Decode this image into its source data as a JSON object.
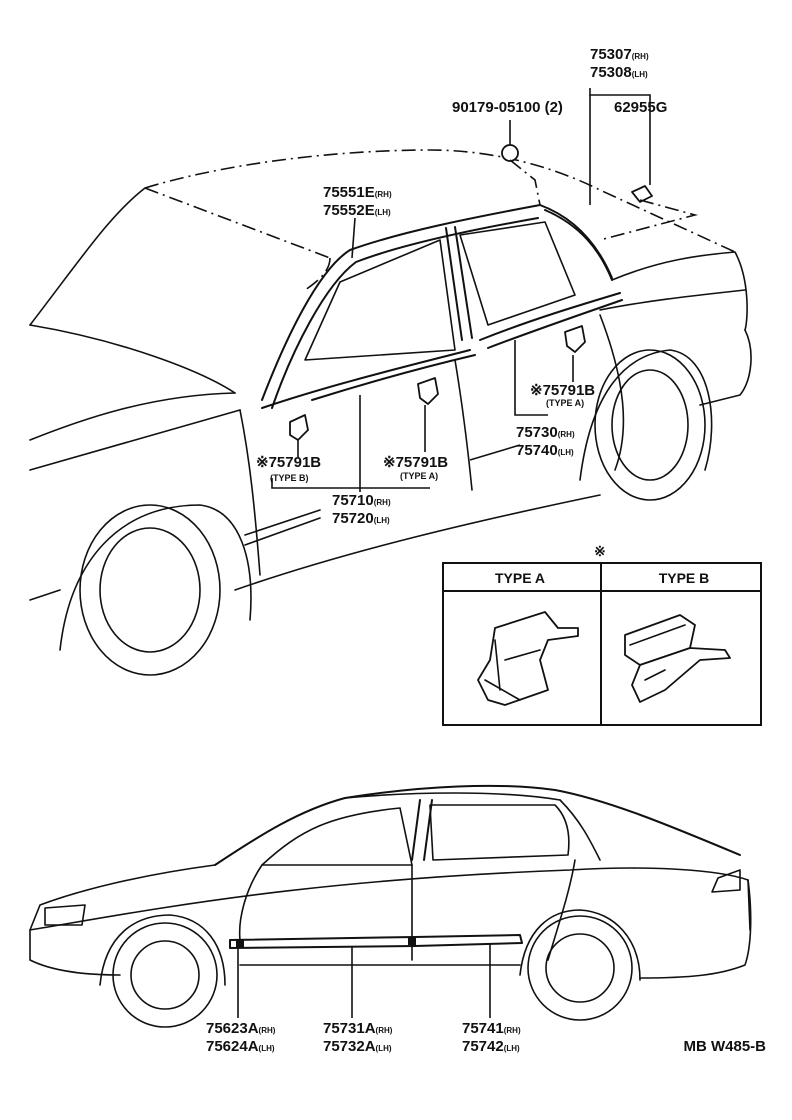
{
  "diagram_code": "MB W485-B",
  "legend": {
    "mark": "※",
    "headers": [
      "TYPE A",
      "TYPE B"
    ]
  },
  "top_view": {
    "callouts": [
      {
        "part": "75307",
        "side": "(RH)"
      },
      {
        "part": "75308",
        "side": "(LH)"
      },
      {
        "part": "90179-05100 (2)",
        "side": ""
      },
      {
        "part": "62955G",
        "side": ""
      },
      {
        "part": "75551E",
        "side": "(RH)"
      },
      {
        "part": "75552E",
        "side": "(LH)"
      },
      {
        "part": "※75791B",
        "side": "(TYPE A)"
      },
      {
        "part": "75730",
        "side": "(RH)"
      },
      {
        "part": "75740",
        "side": "(LH)"
      },
      {
        "part": "※75791B",
        "side": "(TYPE B)"
      },
      {
        "part": "※75791B",
        "side": "(TYPE A)"
      },
      {
        "part": "75710",
        "side": "(RH)"
      },
      {
        "part": "75720",
        "side": "(LH)"
      }
    ]
  },
  "side_view": {
    "callouts": [
      {
        "part": "75623A",
        "side": "(RH)"
      },
      {
        "part": "75624A",
        "side": "(LH)"
      },
      {
        "part": "75731A",
        "side": "(RH)"
      },
      {
        "part": "75732A",
        "side": "(LH)"
      },
      {
        "part": "75741",
        "side": "(RH)"
      },
      {
        "part": "75742",
        "side": "(LH)"
      }
    ]
  }
}
